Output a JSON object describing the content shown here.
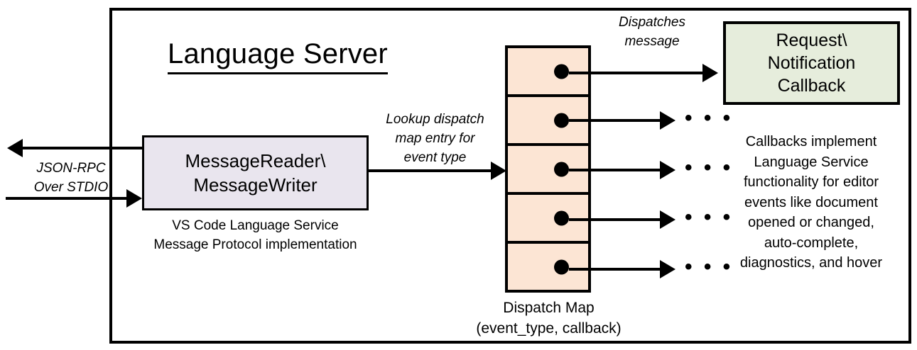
{
  "diagram": {
    "title": "Language Server",
    "frame_name": "language-server-boundary",
    "colors": {
      "message_box_fill": "#E9E5EE",
      "dispatch_map_fill": "#FCE5D4",
      "callback_box_fill": "#E6EDDC",
      "stroke": "#000000",
      "background": "#FFFFFF"
    }
  },
  "transport": {
    "label_line1": "JSON-RPC",
    "label_line2": "Over STDIO",
    "outbound_arrow": "arrow-left",
    "inbound_arrow": "arrow-right"
  },
  "message_io": {
    "line1": "MessageReader\\",
    "line2": "MessageWriter",
    "caption_line1": "VS Code Language Service",
    "caption_line2": "Message Protocol implementation"
  },
  "lookup": {
    "line1": "Lookup dispatch",
    "line2": "map entry for",
    "line3": "event type"
  },
  "dispatch_map": {
    "caption_line1": "Dispatch Map",
    "caption_line2": "(event_type, callback)",
    "cell_count": 5,
    "cells": [
      {
        "index": 0,
        "target": "callback-box"
      },
      {
        "index": 1,
        "target": "ellipsis"
      },
      {
        "index": 2,
        "target": "ellipsis"
      },
      {
        "index": 3,
        "target": "ellipsis"
      },
      {
        "index": 4,
        "target": "ellipsis"
      }
    ],
    "ellipsis_glyph": "• • •"
  },
  "dispatches": {
    "line1": "Dispatches",
    "line2": "message"
  },
  "callback": {
    "line1": "Request\\",
    "line2": "Notification",
    "line3": "Callback",
    "desc_line1": "Callbacks implement",
    "desc_line2": "Language Service",
    "desc_line3": "functionality for editor",
    "desc_line4": "events like document",
    "desc_line5": "opened or changed,",
    "desc_line6": "auto-complete,",
    "desc_line7": "diagnostics, and hover"
  }
}
